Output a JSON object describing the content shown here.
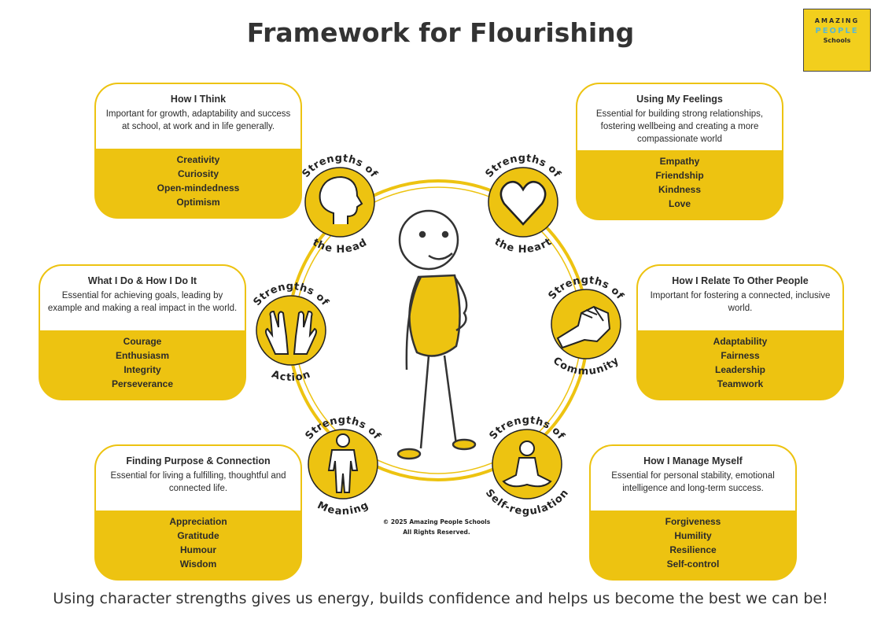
{
  "title": "Framework for Flourishing",
  "logo": {
    "line1": "AMAZING",
    "line2": "PEOPLE",
    "line3": "Schools"
  },
  "cards": [
    {
      "title": "How I Think",
      "desc": "Important for growth, adaptability and success at school, at work and in life generally.",
      "strengths": [
        "Creativity",
        "Curiosity",
        "Open-mindedness",
        "Optimism"
      ]
    },
    {
      "title": "Using My Feelings",
      "desc": "Essential for building strong relationships, fostering wellbeing and creating a more compassionate world",
      "strengths": [
        "Empathy",
        "Friendship",
        "Kindness",
        "Love"
      ]
    },
    {
      "title": "What I Do & How I Do It",
      "desc": "Essential for achieving goals, leading by example and making a real impact in the world.",
      "strengths": [
        "Courage",
        "Enthusiasm",
        "Integrity",
        "Perseverance"
      ]
    },
    {
      "title": "How I Relate To Other People",
      "desc": "Important for fostering a connected, inclusive world.",
      "strengths": [
        "Adaptability",
        "Fairness",
        "Leadership",
        "Teamwork"
      ]
    },
    {
      "title": "Finding Purpose & Connection",
      "desc": "Essential for living a fulfilling, thoughtful and connected life.",
      "strengths": [
        "Appreciation",
        "Gratitude",
        "Humour",
        "Wisdom"
      ]
    },
    {
      "title": "How I Manage Myself",
      "desc": "Essential for personal stability, emotional intelligence and long-term success.",
      "strengths": [
        "Forgiveness",
        "Humility",
        "Resilience",
        "Self-control"
      ]
    }
  ],
  "circles": [
    {
      "top": "Strengths of",
      "bottom": "the Head",
      "icon": "head-icon"
    },
    {
      "top": "Strengths of",
      "bottom": "the Heart",
      "icon": "heart-icon"
    },
    {
      "top": "Strengths of",
      "bottom": "Action",
      "icon": "hands-icon"
    },
    {
      "top": "Strengths of",
      "bottom": "Community",
      "icon": "fist-bump-icon"
    },
    {
      "top": "Strengths of",
      "bottom": "Meaning",
      "icon": "puzzle-person-icon"
    },
    {
      "top": "Strengths of",
      "bottom": "Self-regulation",
      "icon": "meditation-icon"
    }
  ],
  "copyright": {
    "line1": "© 2025 Amazing People Schools",
    "line2": "All Rights Reserved."
  },
  "footer": "Using character strengths gives us energy, builds confidence and helps us become the best we can be!",
  "colors": {
    "accent": "#edc311",
    "text": "#2b2b2b"
  }
}
